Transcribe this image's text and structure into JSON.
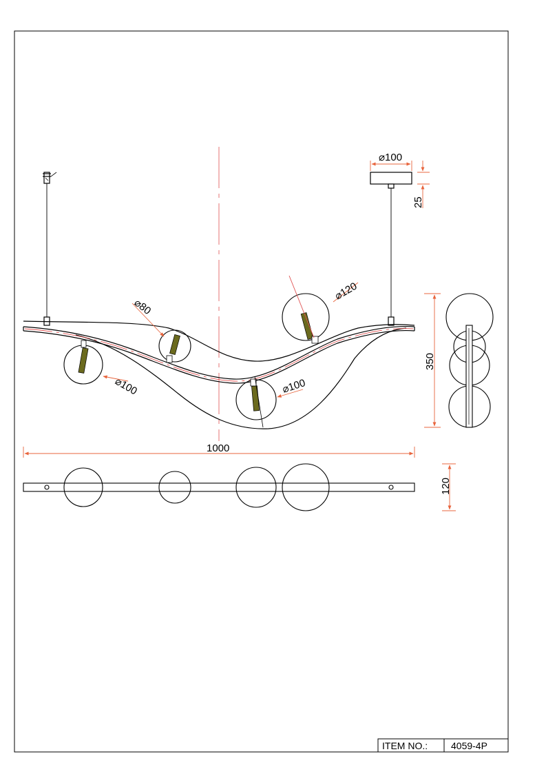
{
  "colors": {
    "line": "#000000",
    "dimension": "#e8643c",
    "centerline": "#e05050",
    "socket": "#6b6a1e"
  },
  "dimensions": {
    "canopy_diameter": "⌀100",
    "canopy_height": "25",
    "globe_left": "⌀100",
    "globe_small": "⌀80",
    "globe_top": "⌀120",
    "globe_center": "⌀100",
    "overall_height": "350",
    "overall_length": "1000",
    "width": "120"
  },
  "title_block": {
    "label": "ITEM NO.:",
    "value": "4059-4P"
  }
}
